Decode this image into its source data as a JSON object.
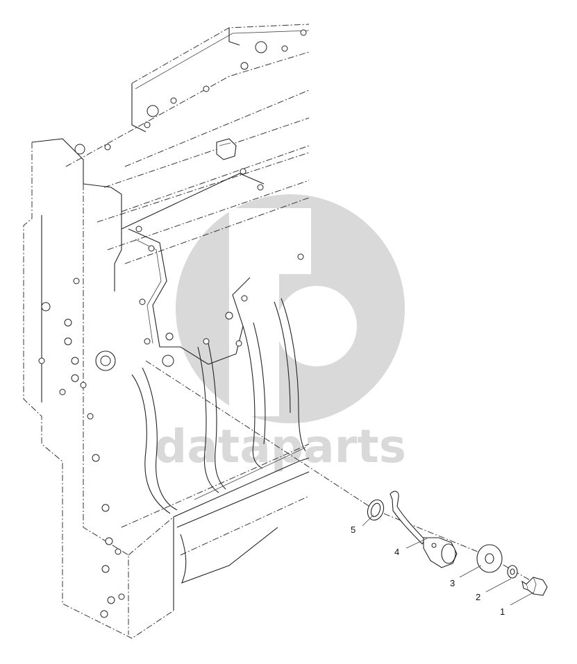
{
  "watermark": {
    "text": "dataparts",
    "color": "#d9d9d9"
  },
  "callouts": [
    {
      "id": "1",
      "label": "1"
    },
    {
      "id": "2",
      "label": "2"
    },
    {
      "id": "3",
      "label": "3"
    },
    {
      "id": "4",
      "label": "4"
    },
    {
      "id": "5",
      "label": "5"
    }
  ]
}
